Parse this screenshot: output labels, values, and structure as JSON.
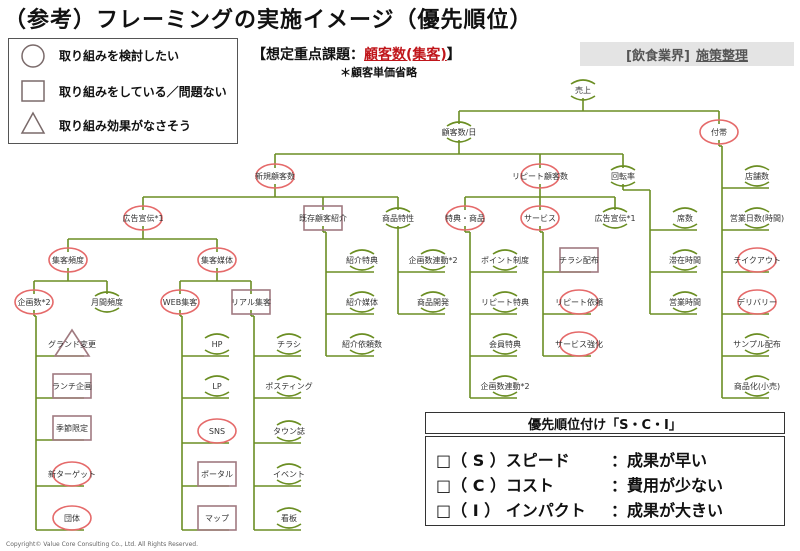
{
  "title": "（参考）フレーミングの実施イメージ（優先順位）",
  "legend": [
    {
      "shape": "circle",
      "label": "取り組みを検討したい"
    },
    {
      "shape": "square",
      "label": "取り組みをしている／問題ない"
    },
    {
      "shape": "triangle",
      "label": "取り組み効果がなさそう"
    }
  ],
  "issue": {
    "prefix": "【想定重点課題：",
    "highlight": "顧客数(集客)",
    "suffix": "】"
  },
  "note": "＊顧客単価省略",
  "sector": {
    "bracket": "[飲食業界]",
    "label": "施策整理"
  },
  "priority": {
    "header": "優先順位付け「S・C・I」",
    "rows": [
      {
        "key": "□（ S ）スピード",
        "value": "：成果が早い"
      },
      {
        "key": "□（ C ）コスト",
        "value": "：費用が少ない"
      },
      {
        "key": "□（ I ） インパクト",
        "value": "：成果が大きい"
      }
    ]
  },
  "colors": {
    "line": "#6b8e23",
    "mark_consider": "#e56a6a",
    "mark_done": "#a07a80",
    "accent": "#c0161b"
  },
  "nodes": {
    "root": "売上",
    "customers": "顧客数/日",
    "price": "付帯",
    "new": "新規顧客数",
    "repeat": "リピート顧客数",
    "turnover": "回転率",
    "stores": "店舗数",
    "hours": "営業日数(時間)",
    "takeout": "テイクアウト",
    "delivery": "デリバリー",
    "sample": "サンプル配布",
    "productize": "商品化(小売)",
    "ad": "広告宣伝*1",
    "referral": "既存顧客紹介",
    "product_feat": "商品特性",
    "perks": "特典・商品",
    "service": "サービス",
    "ad2": "広告宣伝*1",
    "seats": "席数",
    "stay": "滞在時間",
    "open_hours": "営業時間",
    "ad_freq": "集客頻度",
    "ad_media": "集客媒体",
    "ref_perk": "紹介特典",
    "ref_media": "紹介媒体",
    "ref_count": "紹介依頼数",
    "campaign_sync": "企画数連動*2",
    "product_dev": "商品開発",
    "point": "ポイント制度",
    "repeat_perk": "リピート特典",
    "member_perk": "会員特典",
    "campaign_sync2": "企画数連動*2",
    "flyer": "チラシ配布",
    "repeat_req": "リピート依頼",
    "service_up": "サービス強化",
    "campaign_count": "企画数*2",
    "month_freq": "月間頻度",
    "web": "WEB集客",
    "real": "リアル集客",
    "grand": "グランド変更",
    "lunch": "ランチ企画",
    "season": "季節限定",
    "new_target": "新ターゲット",
    "group": "団体",
    "hp": "HP",
    "lp": "LP",
    "sns": "SNS",
    "portal": "ポータル",
    "map": "マップ",
    "flyer2": "チラシ",
    "posting": "ポスティング",
    "town": "タウン誌",
    "event": "イベント",
    "signboard": "看板"
  },
  "copyright": "Copyright© Value Core Consulting Co., Ltd. All Rights Reserved."
}
